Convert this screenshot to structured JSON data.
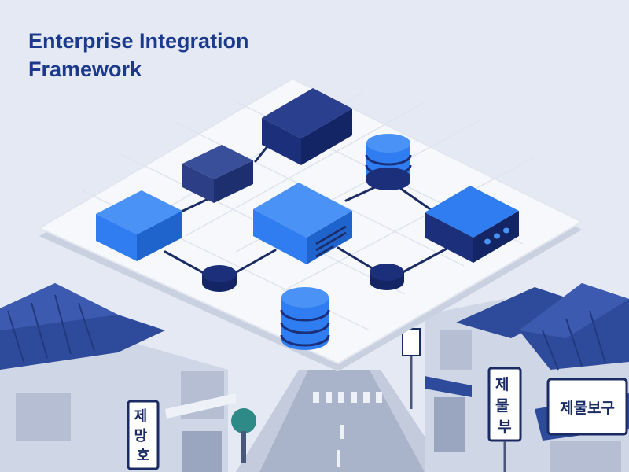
{
  "title": {
    "line1": "Enterprise Integration",
    "line2": "Framework"
  },
  "signs": {
    "left": "제망호",
    "center": "제물부",
    "right": "제물보구"
  },
  "colors": {
    "background": "#e4e9f3",
    "title": "#1c3a8c",
    "platform": "#f7f8fb",
    "bright_blue": "#2f7df0",
    "navy": "#1b2f7a",
    "slate_blue": "#3a4f9a",
    "roof": "#2e4a9a",
    "wall": "#cfd6e6"
  },
  "icons": [
    "server-box",
    "database-cylinder",
    "junction-node",
    "building-roof"
  ]
}
